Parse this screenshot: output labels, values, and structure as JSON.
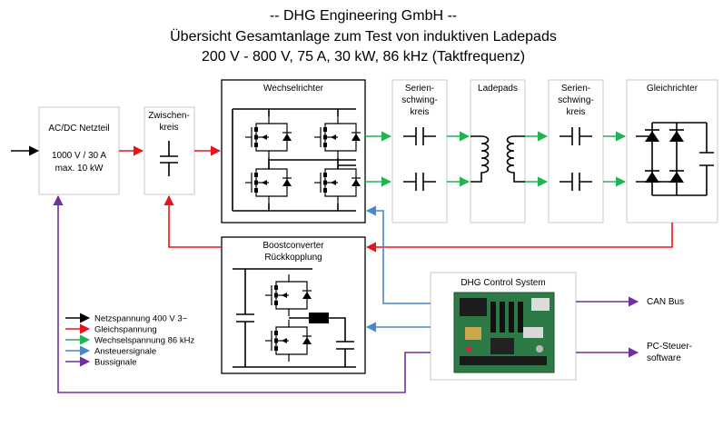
{
  "title": {
    "line1": "-- DHG Engineering GmbH --",
    "line2": "Übersicht Gesamtanlage zum Test von induktiven Ladepads",
    "line3": "200 V - 800 V, 75 A, 30 kW, 86 kHz (Taktfrequenz)"
  },
  "blocks": {
    "acdc": {
      "title": "AC/DC Netzteil",
      "spec1": "1000 V / 30 A",
      "spec2": "max. 10 kW"
    },
    "zwischenkreis": {
      "line1": "Zwischen-",
      "line2": "kreis"
    },
    "wechselrichter": {
      "title": "Wechselrichter"
    },
    "serien1": {
      "line1": "Serien-",
      "line2": "schwing-",
      "line3": "kreis"
    },
    "ladepads": {
      "title": "Ladepads"
    },
    "serien2": {
      "line1": "Serien-",
      "line2": "schwing-",
      "line3": "kreis"
    },
    "gleichrichter": {
      "title": "Gleichrichter"
    },
    "boost": {
      "line1": "Boostconverter",
      "line2": "Rückkopplung"
    },
    "control": {
      "title": "DHG Control System"
    }
  },
  "outputs": {
    "can": "CAN Bus",
    "pc_line1": "PC-Steuer-",
    "pc_line2": "software"
  },
  "legend": [
    {
      "label": "Netzspannung 400 V 3~",
      "color": "#000000"
    },
    {
      "label": "Gleichspannung",
      "color": "#e8131b"
    },
    {
      "label": "Wechselspannung 86 kHz",
      "color": "#1fb450"
    },
    {
      "label": "Ansteuersignale",
      "color": "#4a86c8"
    },
    {
      "label": "Bussignale",
      "color": "#7030a0"
    }
  ],
  "colors": {
    "netz": "#000000",
    "dc": "#e8131b",
    "ac": "#1fb450",
    "control": "#4a86c8",
    "bus": "#7030a0",
    "pcb": "#2e7a46"
  }
}
